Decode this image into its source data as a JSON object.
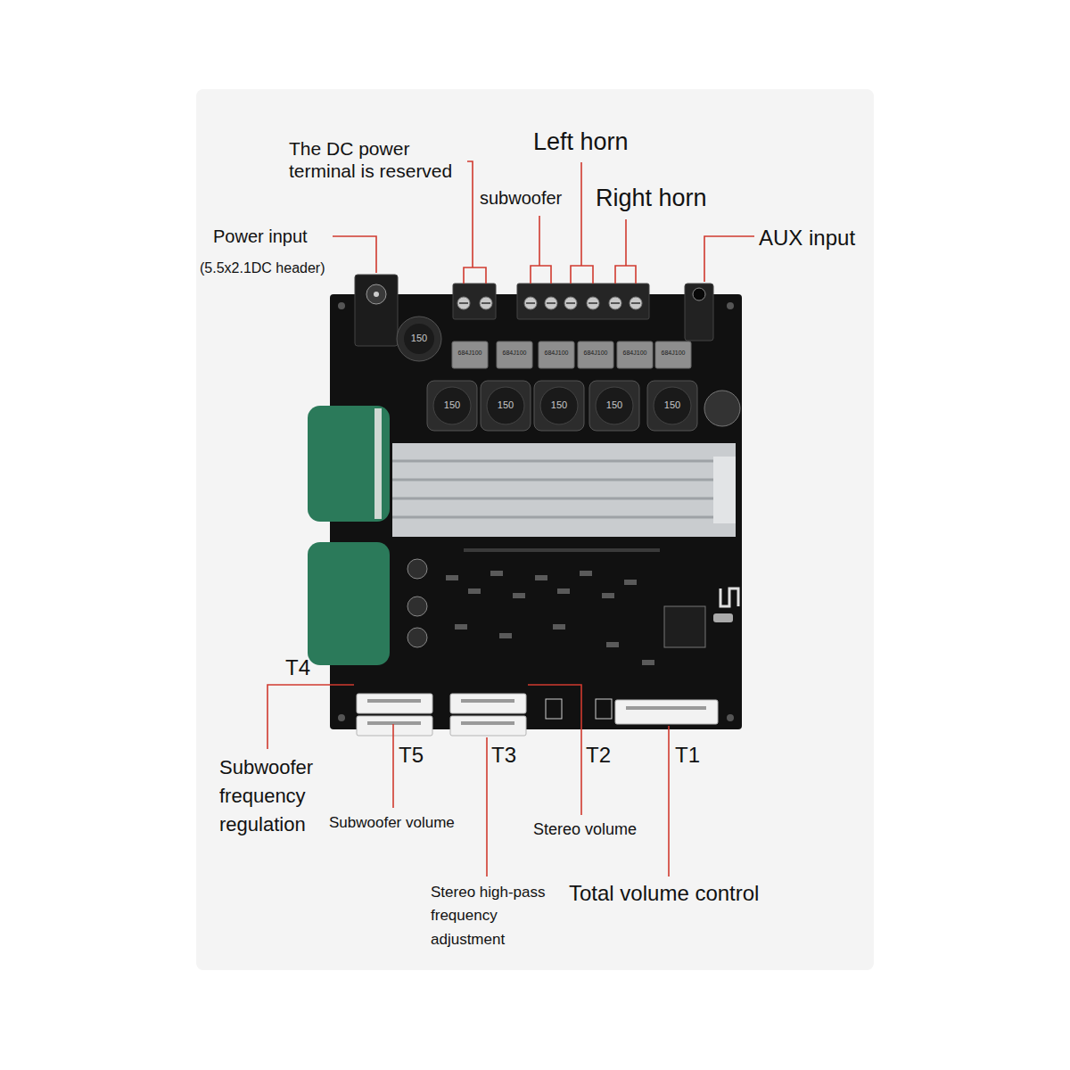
{
  "diagram": {
    "labels": [
      "The DC power terminal is reserved",
      "Left horn",
      "subwoofer",
      "Right horn",
      "Power input",
      "AUX input",
      "(5.5x2.1DC header)",
      "684J100",
      "684J100",
      "684J100",
      "684J100",
      "684J100",
      "684J100",
      "150",
      "150",
      "150",
      "150",
      "150",
      "150",
      "T4",
      "T5",
      "T3",
      "T2",
      "T1",
      "Subwoofer frequency regulation",
      "Subwoofer volume",
      "Stereo volume",
      "Stereo high-pass frequency adjustment",
      "Total volume control"
    ]
  }
}
